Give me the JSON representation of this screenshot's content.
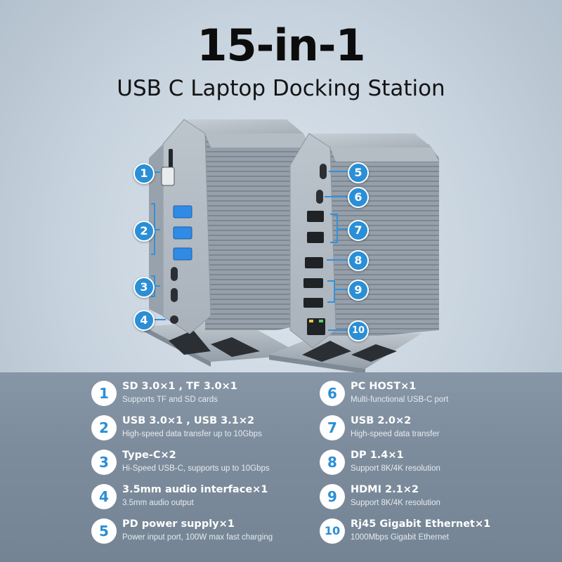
{
  "header": {
    "title": "15-in-1",
    "subtitle": "USB C Laptop Docking Station"
  },
  "callouts": [
    "1",
    "2",
    "3",
    "4",
    "5",
    "6",
    "7",
    "8",
    "9",
    "10"
  ],
  "features": [
    {
      "num": "1",
      "title": "SD 3.0×1 , TF 3.0×1",
      "desc": "Supports TF and SD cards"
    },
    {
      "num": "2",
      "title": "USB 3.0×1 , USB 3.1×2",
      "desc": "High-speed data transfer up to 10Gbps"
    },
    {
      "num": "3",
      "title": "Type-C×2",
      "desc": "Hi-Speed USB-C, supports up to 10Gbps"
    },
    {
      "num": "4",
      "title": "3.5mm audio interface×1",
      "desc": "3.5mm audio output"
    },
    {
      "num": "5",
      "title": "PD power supply×1",
      "desc": "Power input port, 100W max fast charging"
    },
    {
      "num": "6",
      "title": "PC HOST×1",
      "desc": "Multi-functional USB-C port"
    },
    {
      "num": "7",
      "title": "USB 2.0×2",
      "desc": "High-speed data transfer"
    },
    {
      "num": "8",
      "title": "DP 1.4×1",
      "desc": "Support 8K/4K resolution"
    },
    {
      "num": "9",
      "title": "HDMI 2.1×2",
      "desc": "Support 8K/4K resolution"
    },
    {
      "num": "10",
      "title": "Rj45 Gigabit Ethernet×1",
      "desc": "1000Mbps Gigabit Ethernet"
    }
  ],
  "colors": {
    "accent": "#2a8fd6",
    "usb3_blue": "#2f8be6",
    "body_gray": "#9aa4ae",
    "footer_bg": "#7d8c9c"
  },
  "icons": [
    "sd-slot-icon",
    "usb-a-port-icon",
    "usb-c-port-icon",
    "audio-jack-icon",
    "displayport-icon",
    "hdmi-port-icon",
    "ethernet-port-icon"
  ]
}
